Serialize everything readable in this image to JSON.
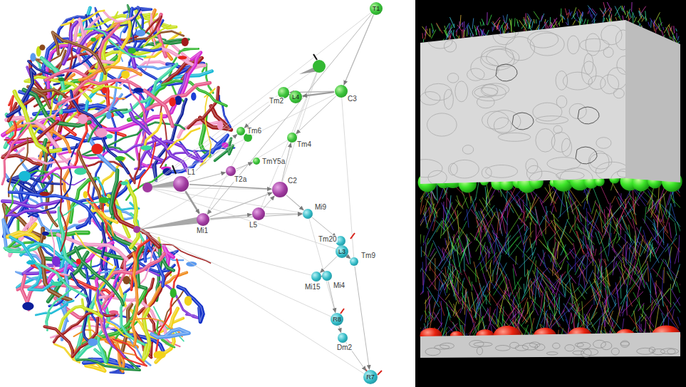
{
  "diagram": {
    "nodes": [
      {
        "text": [
          "T1"
        ]
      },
      {
        "text": [
          "C3"
        ]
      },
      {
        "text": [
          "Tm2"
        ]
      },
      {
        "text": [
          "L4"
        ]
      },
      {
        "text": [
          "Tm6"
        ]
      },
      {
        "text": [
          "Tm4"
        ]
      },
      {
        "text": [
          "TmY5a"
        ]
      },
      {
        "text": [
          "L1"
        ]
      },
      {
        "text": [
          "T2a"
        ]
      },
      {
        "text": [
          "C2"
        ]
      },
      {
        "text": [
          "Mi1"
        ]
      },
      {
        "text": [
          "L5"
        ]
      },
      {
        "text": [
          "Mi9"
        ]
      },
      {
        "text": [
          "Tm20"
        ]
      },
      {
        "text": [
          "L3"
        ]
      },
      {
        "text": [
          "Tm9"
        ]
      },
      {
        "text": [
          "Mi15"
        ]
      },
      {
        "text": [
          "Mi4"
        ]
      },
      {
        "text": [
          "R8"
        ]
      },
      {
        "text": [
          "Dm2"
        ]
      },
      {
        "text": [
          "R7"
        ]
      }
    ],
    "edges": [
      {
        "from": 0,
        "to": 1,
        "arrow": "to"
      },
      {
        "from": 0,
        "to": 10,
        "arrow": "to"
      },
      {
        "from": 1,
        "to": 2,
        "arrow": "to"
      },
      {
        "from": 1,
        "to": 3,
        "arrow": "to"
      },
      {
        "from": 3,
        "to": 2,
        "arrow": "to"
      },
      {
        "from": 2,
        "to": 4,
        "arrow": "to"
      },
      {
        "from": 1,
        "to": 5,
        "arrow": "to"
      },
      {
        "from": 7,
        "to": 10,
        "arrow": "to"
      },
      {
        "from": 7,
        "to": 8,
        "arrow": "to"
      },
      {
        "from": 7,
        "to": 9,
        "arrow": "to"
      },
      {
        "from": 7,
        "to": 4,
        "arrow": "to"
      },
      {
        "from": 10,
        "to": 11,
        "arrow": "to"
      },
      {
        "from": 10,
        "to": 9,
        "arrow": "to"
      },
      {
        "from": 11,
        "to": 9,
        "arrow": "to"
      },
      {
        "from": 11,
        "to": 12,
        "arrow": "to"
      },
      {
        "from": 9,
        "to": 5,
        "arrow": "to"
      },
      {
        "from": 9,
        "to": 12,
        "arrow": "to"
      },
      {
        "from": 8,
        "to": 6,
        "arrow": "to"
      },
      {
        "from": 12,
        "to": 13,
        "arrow": "to"
      },
      {
        "from": 13,
        "to": 14,
        "arrow": "to"
      },
      {
        "from": 14,
        "to": 15,
        "arrow": "to"
      },
      {
        "from": 14,
        "to": 16,
        "arrow": "to"
      },
      {
        "from": 16,
        "to": 17,
        "arrow": "to"
      },
      {
        "from": 17,
        "to": 18,
        "arrow": "to"
      },
      {
        "from": 18,
        "to": 19,
        "arrow": "to"
      },
      {
        "from": 19,
        "to": 20,
        "arrow": "to"
      },
      {
        "from": 15,
        "to": 20,
        "arrow": "to"
      },
      {
        "from": 10,
        "to": 12,
        "arrow": "to"
      }
    ]
  }
}
